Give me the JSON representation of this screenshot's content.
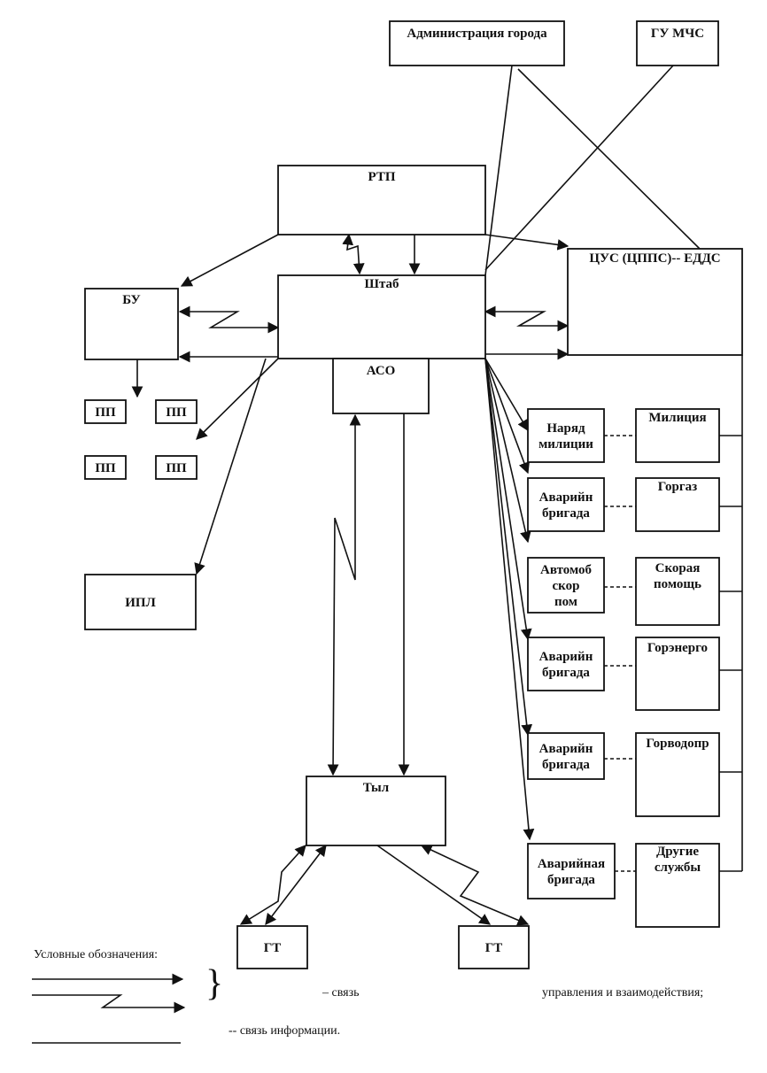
{
  "nodes": {
    "admin": [
      "Администрация города"
    ],
    "gu_mchs": [
      "ГУ МЧС"
    ],
    "rtp": [
      "РТП"
    ],
    "cus": [
      "ЦУС (ЦППС)-- ЕДДС"
    ],
    "bu": [
      "БУ"
    ],
    "shtab": [
      "Штаб"
    ],
    "aso": [
      "АСО"
    ],
    "pp1": [
      "ПП"
    ],
    "pp2": [
      "ПП"
    ],
    "pp3": [
      "ПП"
    ],
    "pp4": [
      "ПП"
    ],
    "ipl": [
      "ИПЛ"
    ],
    "tyl": [
      "Тыл"
    ],
    "gt1": [
      "ГТ"
    ],
    "gt2": [
      "ГТ"
    ],
    "naryad": [
      "Наряд",
      "милиции"
    ],
    "avar1": [
      "Аварийн",
      "бригада"
    ],
    "avto": [
      "Автомоб",
      "скор",
      "пом"
    ],
    "avar2": [
      "Аварийн",
      "бригада"
    ],
    "avar3": [
      "Аварийн",
      "бригада"
    ],
    "avar4": [
      "Аварийная",
      "бригада"
    ],
    "militsiya": [
      "Милиция"
    ],
    "gorgaz": [
      "Горгаз"
    ],
    "skoraya": [
      "Скорая",
      "помощь"
    ],
    "gorenergo": [
      "Горэнерго"
    ],
    "gorvodopr": [
      "Горводопр"
    ],
    "drugie": [
      "Другие",
      "службы"
    ]
  },
  "legend": {
    "title": "Условные обозначения:",
    "brace": "}",
    "control_dash": "– связь",
    "control_rest": "управления и взаимодействия;",
    "info": "-- связь информации."
  }
}
